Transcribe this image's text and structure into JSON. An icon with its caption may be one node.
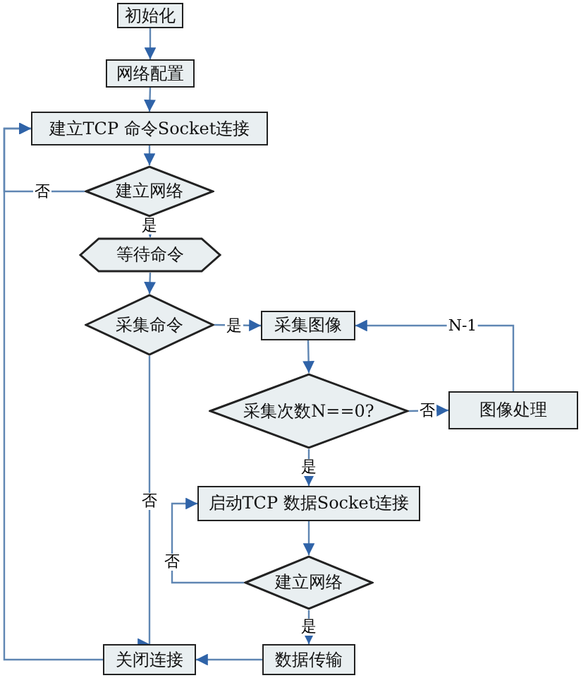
{
  "diagram": {
    "nodes": [
      {
        "text": [
          "初始化"
        ]
      },
      {
        "text": [
          "网络配置"
        ]
      },
      {
        "text": [
          "建立TCP 命令Socket连接"
        ]
      },
      {
        "text": [
          "建立网络"
        ]
      },
      {
        "text": [
          "等待命令"
        ]
      },
      {
        "text": [
          "采集命令"
        ]
      },
      {
        "text": [
          "采集图像"
        ]
      },
      {
        "text": [
          "采集次数N==0?"
        ]
      },
      {
        "text": [
          "图像处理"
        ]
      },
      {
        "text": [
          "启动TCP 数据Socket连接"
        ]
      },
      {
        "text": [
          "建立网络"
        ]
      },
      {
        "text": [
          "关闭连接"
        ]
      },
      {
        "text": [
          "数据传输"
        ]
      }
    ],
    "edges": [
      {
        "from": 0,
        "to": 1,
        "arrow": "to"
      },
      {
        "from": 1,
        "to": 2,
        "arrow": "to"
      },
      {
        "from": 2,
        "to": 3,
        "arrow": "to"
      },
      {
        "from": 3,
        "to": 2,
        "arrow": "to",
        "label": "否"
      },
      {
        "from": 3,
        "to": 4,
        "arrow": "to",
        "label": "是"
      },
      {
        "from": 4,
        "to": 5,
        "arrow": "to"
      },
      {
        "from": 5,
        "to": 6,
        "arrow": "to",
        "label": "是"
      },
      {
        "from": 5,
        "to": 11,
        "arrow": "to",
        "label": "否"
      },
      {
        "from": 6,
        "to": 7,
        "arrow": "to"
      },
      {
        "from": 7,
        "to": 8,
        "arrow": "to",
        "label": "否"
      },
      {
        "from": 8,
        "to": 6,
        "arrow": "to",
        "label": "N-1"
      },
      {
        "from": 7,
        "to": 9,
        "arrow": "to",
        "label": "是"
      },
      {
        "from": 9,
        "to": 10,
        "arrow": "to"
      },
      {
        "from": 10,
        "to": 9,
        "arrow": "to",
        "label": "否"
      },
      {
        "from": 10,
        "to": 12,
        "arrow": "to",
        "label": "是"
      },
      {
        "from": 12,
        "to": 11,
        "arrow": "to"
      },
      {
        "from": 11,
        "to": 2,
        "arrow": "to"
      }
    ]
  }
}
